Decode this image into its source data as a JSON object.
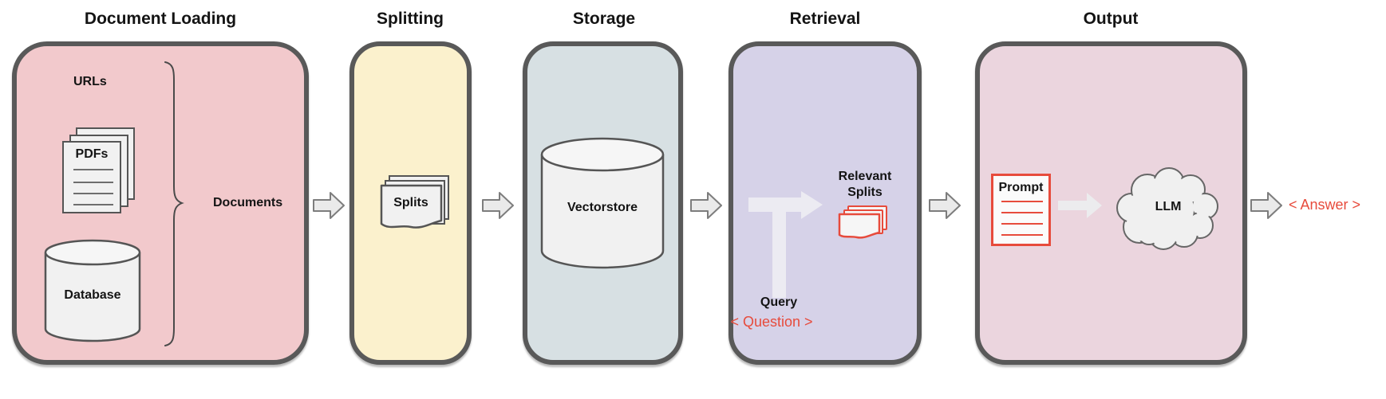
{
  "diagram": {
    "kind": "flow-pipeline",
    "stages": {
      "document_loading": {
        "title": "Document Loading",
        "urls_label": "URLs",
        "pdfs_label": "PDFs",
        "database_label": "Database",
        "documents_label": "Documents",
        "fill": "#f2c9cc"
      },
      "splitting": {
        "title": "Splitting",
        "splits_label": "Splits",
        "fill": "#fbf1cd"
      },
      "storage": {
        "title": "Storage",
        "vectorstore_label": "Vectorstore",
        "fill": "#d7e0e3"
      },
      "retrieval": {
        "title": "Retrieval",
        "relevant_splits_line1": "Relevant",
        "relevant_splits_line2": "Splits",
        "query_label": "Query",
        "question_label": "< Question >",
        "fill": "#d6d2e8"
      },
      "output": {
        "title": "Output",
        "prompt_label": "Prompt",
        "llm_label": "LLM",
        "fill": "#ebd5de"
      }
    },
    "answer_label": "< Answer >"
  },
  "colors": {
    "panel_border": "#595959",
    "accent_red": "#e74b3c",
    "flow_arrow_fill": "#eaeaea",
    "flow_arrow_stroke": "#7d7d7d",
    "inner_arrow_fill": "#ecebf2",
    "shape_fill": "#f1f1f1",
    "shape_stroke": "#555555",
    "title_text": "#141414"
  }
}
